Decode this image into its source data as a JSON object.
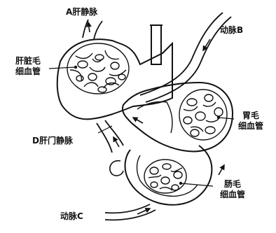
{
  "labels": {
    "hepatic_vein": "A肝静脉",
    "artery_b": "动脉B",
    "liver_capillary_line1": "肝脏毛",
    "liver_capillary_line2": "细血管",
    "stomach_capillary_line1": "胃毛",
    "stomach_capillary_line2": "细血管",
    "portal_vein": "D肝门静脉",
    "intestine_capillary_line1": "肠毛",
    "intestine_capillary_line2": "细血管",
    "artery_c": "动脉C"
  },
  "colors": {
    "ink": "#111111",
    "background": "#ffffff"
  }
}
